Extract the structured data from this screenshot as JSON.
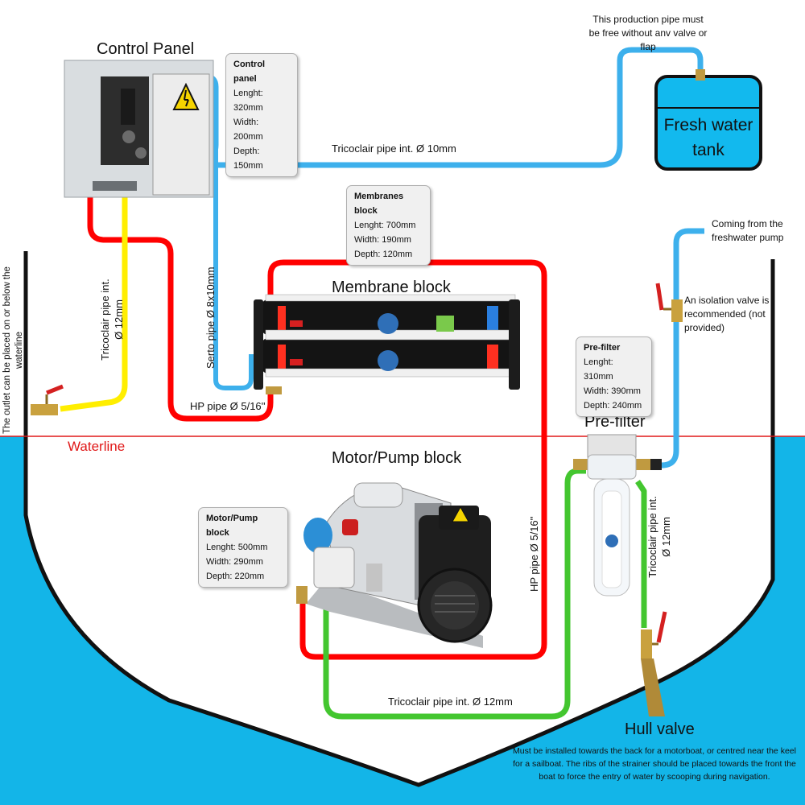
{
  "colors": {
    "sea": "#13b5e8",
    "hull": "#111111",
    "hp_pipe": "#ff0000",
    "fresh_pipe": "#3db0ec",
    "drain_pipe": "#ffee00",
    "intake_pipe": "#43c62f",
    "waterline": "#e01919"
  },
  "title_control_panel": "Control Panel",
  "control_panel_spec": {
    "title": "Control panel",
    "length": "Lenght: 320mm",
    "width": "Width: 200mm",
    "depth": "Depth: 150mm"
  },
  "production_note": "This production pipe must be free without anv valve or flap",
  "tank_label": "Fresh water tank",
  "fresh_pipe_label": "Tricoclair pipe int. Ø 10mm",
  "membranes_spec": {
    "title": "Membranes block",
    "length": "Lenght: 700mm",
    "width": "Width: 190mm",
    "depth": "Depth: 120mm"
  },
  "membrane_title": "Membrane block",
  "serto_label": "Serto pipe Ø 8x10mm",
  "hp_pipe_label_1": "HP pipe Ø 5/16''",
  "hp_pipe_label_2": "HP pipe Ø 5/16''",
  "drain_pipe_label": "Tricoclair pipe int. Ø 12mm",
  "outlet_note": "The outlet can be placed on or below the waterline",
  "waterline_label": "Waterline",
  "freshwater_pump_note": "Coming from the freshwater pump",
  "isolation_note": "An isolation valve is recommended (not provided)",
  "prefilter_spec": {
    "title": "Pre-filter",
    "length": "Lenght: 310mm",
    "width": "Width: 390mm",
    "depth": "Depth: 240mm"
  },
  "prefilter_title": "Pre-filter",
  "prefilter_pipe_label": "Tricoclair pipe int. Ø 12mm",
  "motor_title": "Motor/Pump block",
  "motor_spec": {
    "title": "Motor/Pump block",
    "length": "Lenght: 500mm",
    "width": "Width: 290mm",
    "depth": "Depth: 220mm"
  },
  "intake_pipe_label": "Tricoclair pipe int. Ø 12mm",
  "hull_valve_title": "Hull valve",
  "hull_valve_note": "Must be installed towards the back for a motorboat, or centred near the keel for a sailboat. The ribs of the strainer should be placed towards the front the boat to force the entry of water by scooping during navigation."
}
